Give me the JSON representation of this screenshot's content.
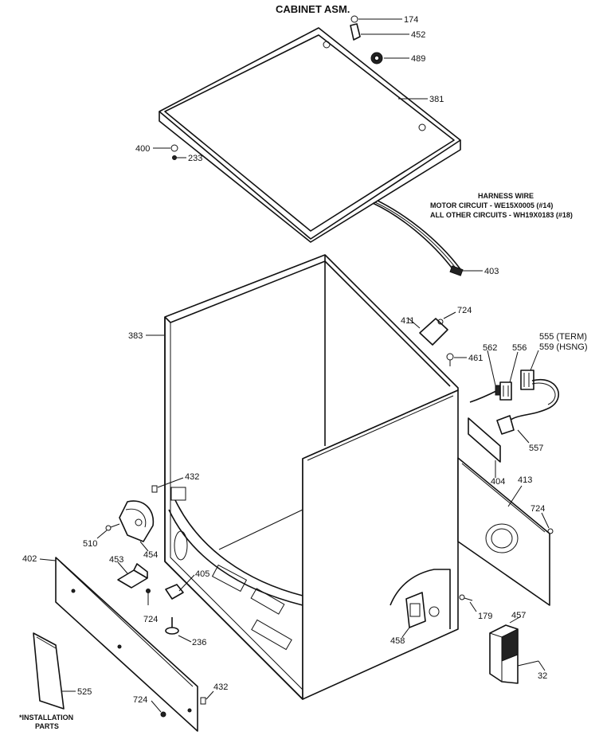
{
  "title": "CABINET ASM.",
  "harness_note": {
    "heading": "HARNESS WIRE",
    "line1": "MOTOR CIRCUIT - WE15X0005 (#14)",
    "line2": "ALL OTHER CIRCUITS - WH19X0183 (#18)"
  },
  "labels": {
    "p174": "174",
    "p452": "452",
    "p489": "489",
    "p381": "381",
    "p400": "400",
    "p233": "233",
    "p403": "403",
    "p383": "383",
    "p411": "411",
    "p724a": "724",
    "p461": "461",
    "p562": "562",
    "p556": "556",
    "p555": "555 (TERM)",
    "p559": "559 (HSNG)",
    "p557": "557",
    "p404": "404",
    "p413": "413",
    "p724b": "724",
    "p432a": "432",
    "p510": "510",
    "p454": "454",
    "p453": "453",
    "p402": "402",
    "p724c": "724",
    "p405": "405",
    "p236": "236",
    "p458": "458",
    "p179": "179",
    "p457": "457",
    "p32": "32",
    "p525": "525",
    "p432b": "432",
    "p724d": "724",
    "install1": "*INSTALLATION",
    "install2": "PARTS"
  }
}
